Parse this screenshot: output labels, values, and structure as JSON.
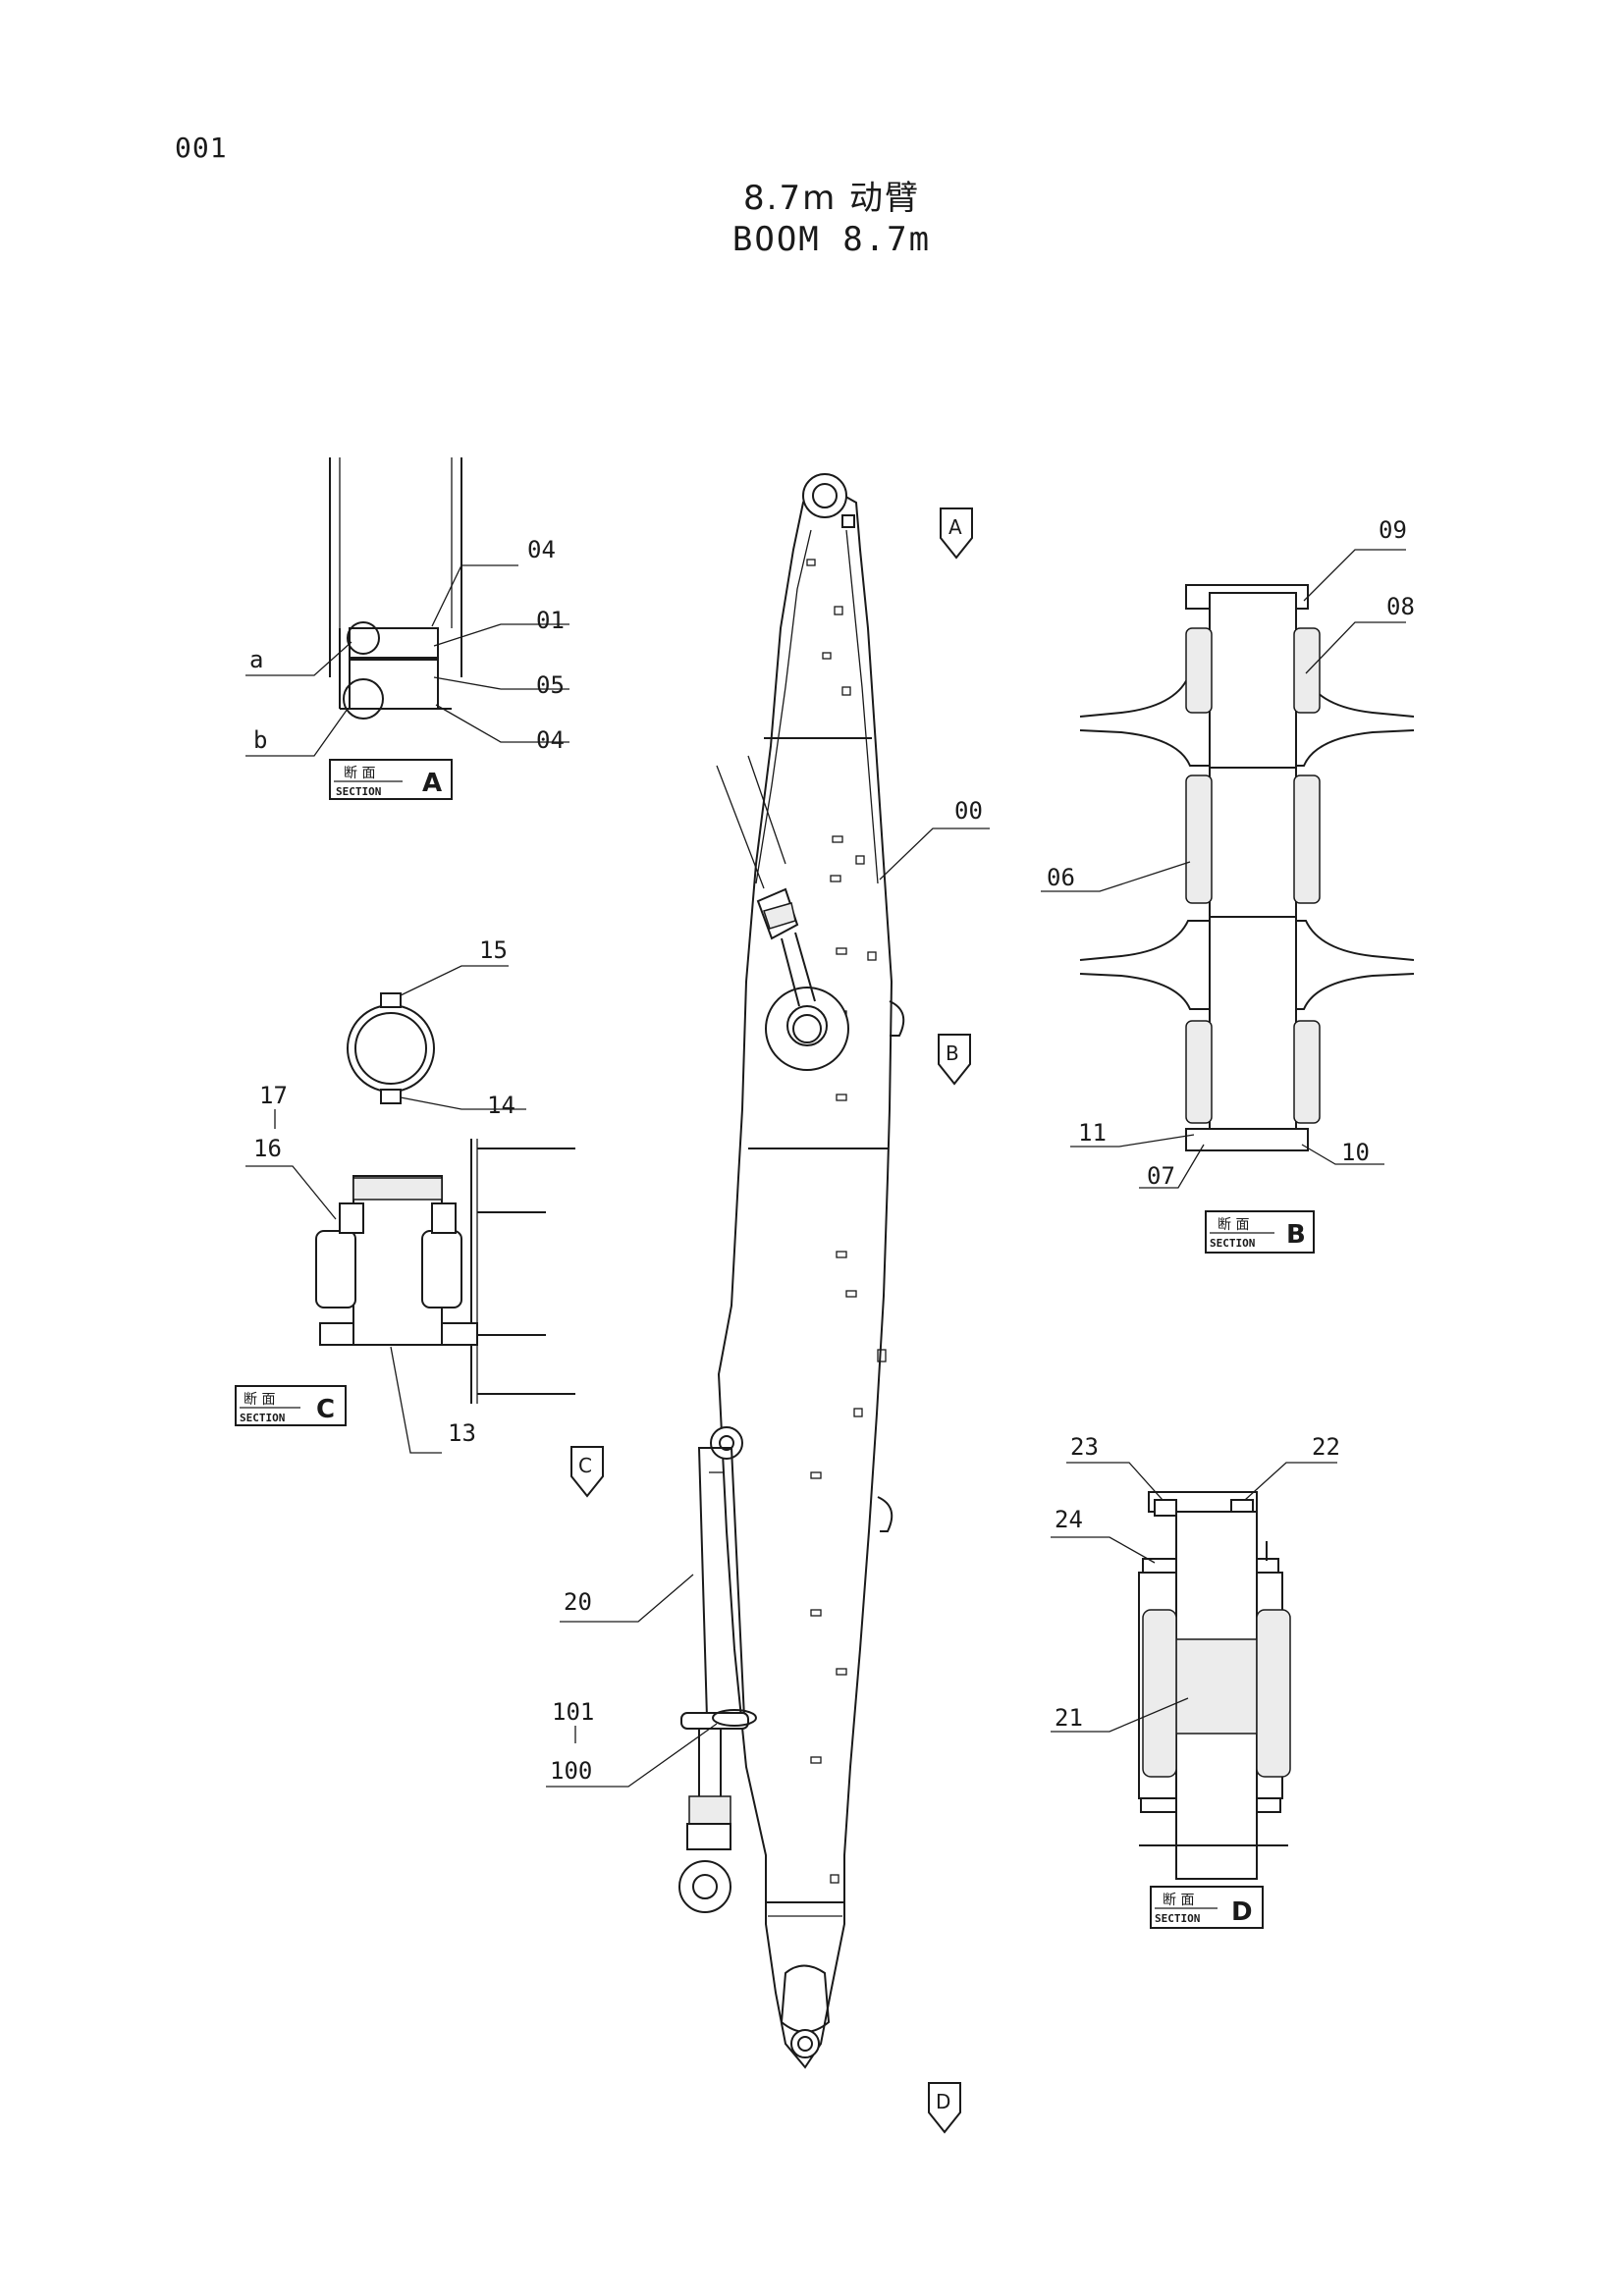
{
  "page_number": "001",
  "title_zh": "8.7m 动臂",
  "title_en": "BOOM 8.7m",
  "section_word_zh": "断 面",
  "section_word_en": "SECTION",
  "sections": [
    "A",
    "B",
    "C",
    "D"
  ],
  "view_markers": [
    "A",
    "B",
    "C",
    "D"
  ],
  "callouts": {
    "a": "a",
    "b": "b",
    "p00": "00",
    "p01": "01",
    "p04a": "04",
    "p04b": "04",
    "p05": "05",
    "p06": "06",
    "p07": "07",
    "p08": "08",
    "p09": "09",
    "p10": "10",
    "p11": "11",
    "p13": "13",
    "p14": "14",
    "p15": "15",
    "p16": "16",
    "p17": "17",
    "p20": "20",
    "p21": "21",
    "p22": "22",
    "p23": "23",
    "p24": "24",
    "p100": "100",
    "p101": "101"
  }
}
